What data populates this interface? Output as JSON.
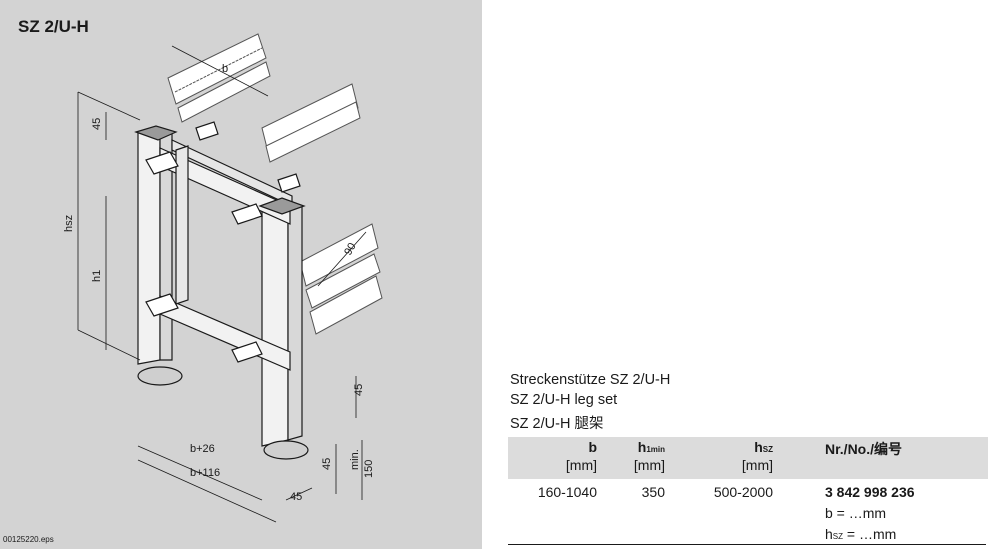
{
  "panel_title": "SZ 2/U-H",
  "file_label": "00125220.eps",
  "dimensions": {
    "d45_top": "45",
    "hsz": "hsz",
    "h1": "h1",
    "b": "b",
    "d90": "90",
    "d45_right": "45",
    "b26": "b+26",
    "b116": "b+116",
    "d45_bottom": "45",
    "d45_foot": "45",
    "min": "min.",
    "d150": "150"
  },
  "description": {
    "line_de": "Streckenstütze SZ 2/U-H",
    "line_en": "SZ 2/U-H leg set",
    "line_zh": "SZ 2/U-H 腿架"
  },
  "table": {
    "headers": {
      "b": "b",
      "h1": "h",
      "h1_sub": "1min",
      "hsz": "h",
      "hsz_sub": "SZ",
      "nr": "Nr./No./编号",
      "unit_mm": "[mm]"
    },
    "row": {
      "b": "160-1040",
      "h1": "350",
      "hsz": "500-2000",
      "nr": "3 842 998 236"
    },
    "notes": {
      "b_note": "b = …mm",
      "hsz_note_prefix": "h",
      "hsz_note_sub": "SZ",
      "hsz_note_suffix": " = …mm"
    }
  },
  "colors": {
    "panel_bg": "#d3d3d3",
    "header_bg": "#dcdcdc",
    "text": "#1a1a1a"
  }
}
